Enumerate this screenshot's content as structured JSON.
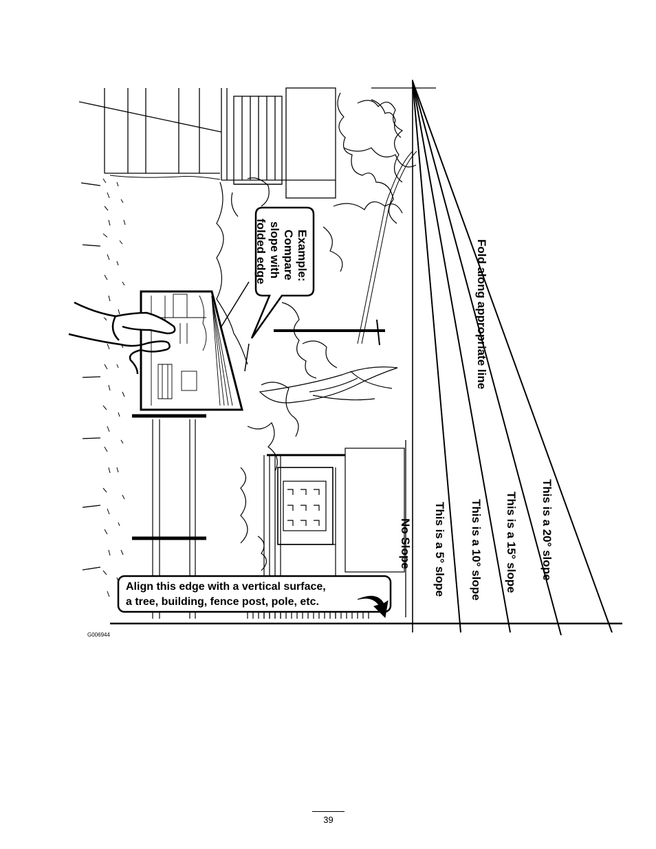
{
  "diagram": {
    "fold_instruction": "Fold along appropriate line",
    "slope_lines": [
      {
        "label": "No Slope",
        "degrees": 0
      },
      {
        "label": "This is a 5° slope",
        "degrees": 5
      },
      {
        "label": "This is a 10° slope",
        "degrees": 10
      },
      {
        "label": "This is a 15° slope",
        "degrees": 15
      },
      {
        "label": "This is a 20° slope",
        "degrees": 20
      }
    ],
    "example_callout": [
      "Example:",
      "Compare",
      "slope with",
      "folded edge"
    ],
    "align_callout": [
      "Align this edge with a vertical surface,",
      "a tree, building, fence post, pole, etc."
    ],
    "figure_code": "G006944"
  },
  "footer": {
    "page_number": "39"
  }
}
